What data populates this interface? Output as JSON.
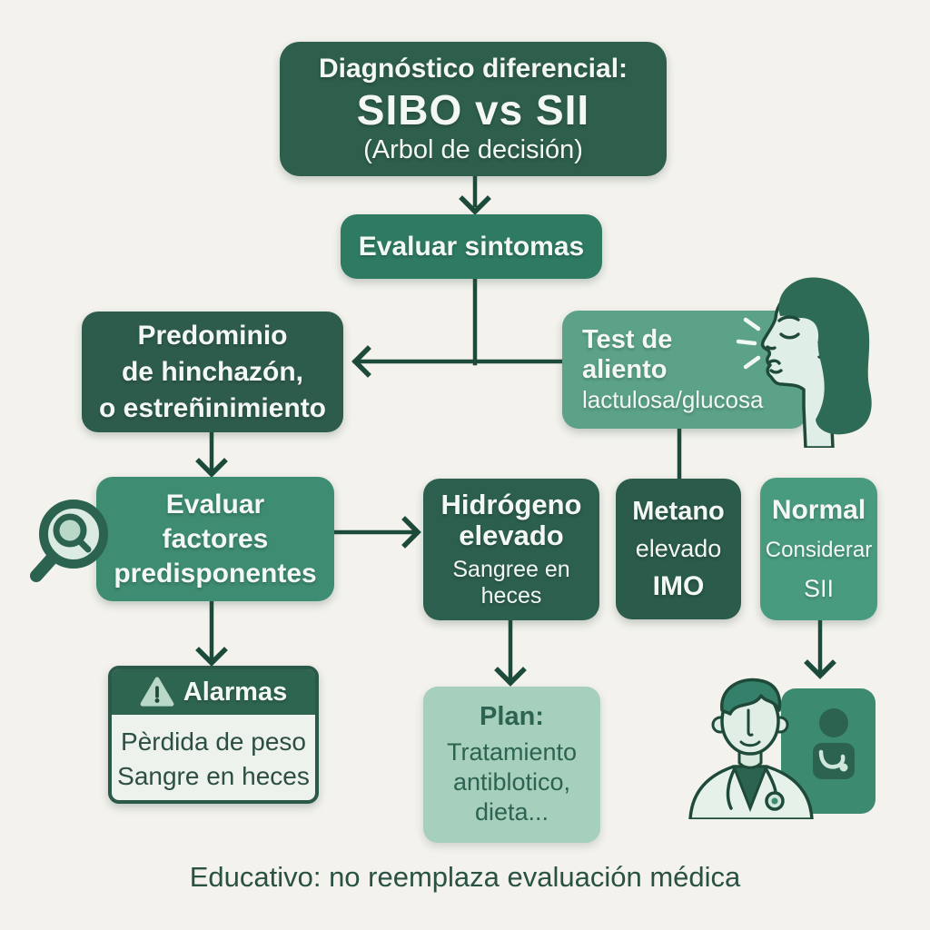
{
  "meta": {
    "type": "decision-tree-infographic",
    "language": "es"
  },
  "palette": {
    "background": "#f3f2ed",
    "dark_green": "#2e5c4c",
    "medium_green": "#3e8c72",
    "teal_green": "#2e7a63",
    "light_green": "#5ba289",
    "pale_green": "#a6cfbc",
    "mint": "#dcebe2",
    "connector_line": "#1d4b3b",
    "text_light": "#f3f8f4",
    "text_dark": "#2c4f41"
  },
  "title": {
    "line1": "Diagnóstico diferencial:",
    "line2": "SIBO vs SII",
    "line3": "(Arbol de decisión)"
  },
  "nodes": {
    "evaluar_sintomas": {
      "label": "Evaluar sintomas"
    },
    "predominio": {
      "lines": [
        "Predominio",
        "de hinchazón,",
        "o estreñinimiento"
      ]
    },
    "test_aliento": {
      "lines": [
        "Test de",
        "aliento",
        "lactulosa/glucosa"
      ]
    },
    "evaluar_factores": {
      "lines": [
        "Evaluar",
        "factores",
        "predisponentes"
      ]
    },
    "hidrogeno": {
      "title_lines": [
        "Hidrógeno",
        "elevado"
      ],
      "sub_lines": [
        "Sangree en",
        "heces"
      ]
    },
    "metano": {
      "lines": [
        "Metano",
        "elevado",
        "IMO"
      ]
    },
    "normal": {
      "lines": [
        "Normal",
        "Considerar",
        "SII"
      ]
    },
    "alarmas": {
      "header": "Alarmas",
      "lines": [
        "Pèrdida de peso",
        "Sangre en heces"
      ]
    },
    "plan": {
      "header": "Plan:",
      "lines": [
        "Tratamiento",
        "antiblotico,",
        "dieta..."
      ]
    }
  },
  "icons": {
    "magnifier": "magnifying-glass",
    "warning": "warning-triangle",
    "breath_test": "woman-exhaling-profile",
    "doctor": "doctor-with-stethoscope-badge"
  },
  "footer": {
    "text": "Educativo: no reemplaza evaluación médica"
  }
}
